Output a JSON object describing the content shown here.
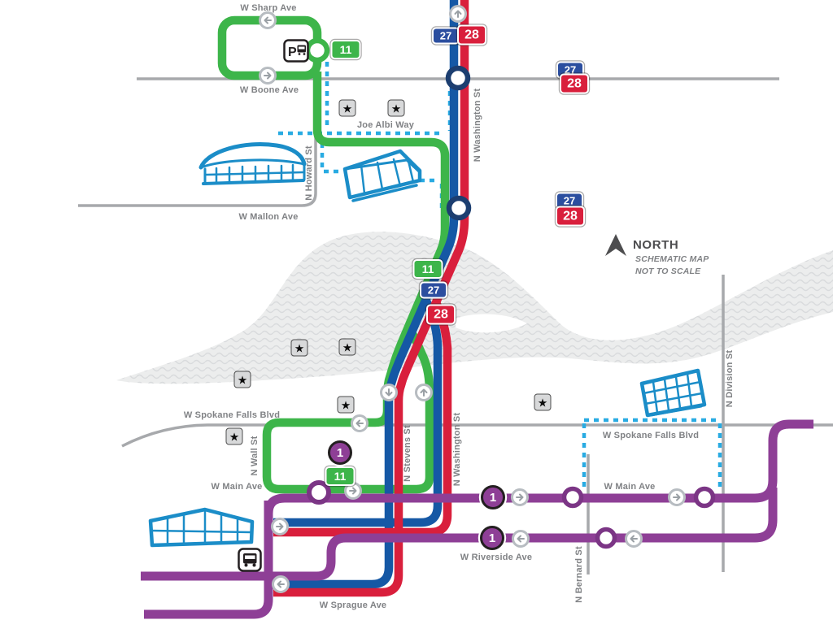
{
  "map": {
    "north_block": {
      "title": "NORTH",
      "note1": "SCHEMATIC MAP",
      "note2": "NOT TO SCALE"
    },
    "streets": {
      "sharp": "W Sharp Ave",
      "boone": "W Boone Ave",
      "joe_albi": "Joe Albi Way",
      "mallon": "W Mallon Ave",
      "howard": "N Howard St",
      "washington_n": "N Washington St",
      "falls_w": "W Spokane Falls Blvd",
      "falls_e": "W Spokane Falls Blvd",
      "division": "N Division St",
      "wall": "N Wall St",
      "stevens": "N Stevens St",
      "washington_s": "N Washington St",
      "main_w": "W Main Ave",
      "main_e": "W Main Ave",
      "riverside": "W Riverside Ave",
      "sprague": "W Sprague Ave",
      "bernard": "N Bernard St"
    },
    "routes": {
      "route_1": {
        "number": "1",
        "color": "#8e3f96"
      },
      "route_11": {
        "number": "11",
        "color": "#3db54a"
      },
      "route_27": {
        "number": "27",
        "color": "#2b4e9f"
      },
      "route_28": {
        "number": "28",
        "color": "#d91f3c"
      }
    },
    "icons": {
      "park_and_ride": "P",
      "star": "★"
    },
    "colors": {
      "city_line_dashed": "#29abe2",
      "road": "#a7a9ac",
      "street_label": "#808285",
      "river": "#eceded",
      "river_wave": "#d9dbdd",
      "building": "#1b8dc8",
      "stop_ring_navy": "#1c3e70",
      "stop_ring_green": "#3db54a",
      "stop_ring_purple": "#7b3585",
      "north_text": "#4d4d4f"
    }
  }
}
